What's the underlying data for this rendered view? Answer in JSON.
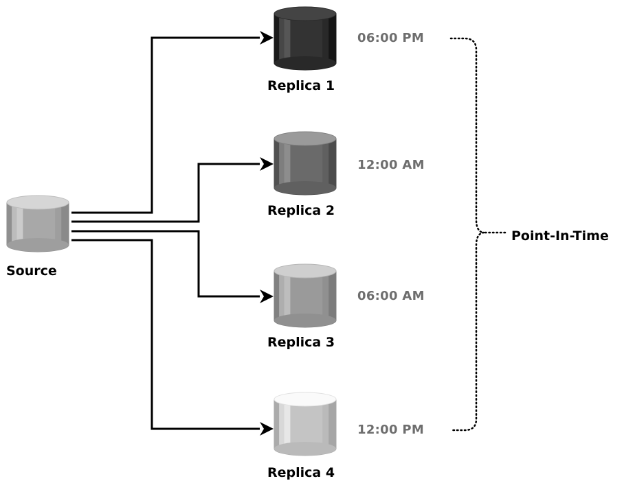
{
  "source": {
    "label": "Source"
  },
  "replicas": [
    {
      "label": "Replica 1",
      "time": "06:00 PM",
      "top_color": "#444444",
      "body_color": "#333333"
    },
    {
      "label": "Replica 2",
      "time": "12:00 AM",
      "top_color": "#9a9a9a",
      "body_color": "#6a6a6a"
    },
    {
      "label": "Replica 3",
      "time": "06:00 AM",
      "top_color": "#cfcfcf",
      "body_color": "#9a9a9a"
    },
    {
      "label": "Replica 4",
      "time": "12:00 PM",
      "top_color": "#fafafa",
      "body_color": "#c4c4c4"
    }
  ],
  "bracket_label": "Point-In-Time",
  "colors": {
    "source_top": "#d6d6d6",
    "source_body": "#a8a8a8",
    "time_text": "#6e6e6e"
  }
}
